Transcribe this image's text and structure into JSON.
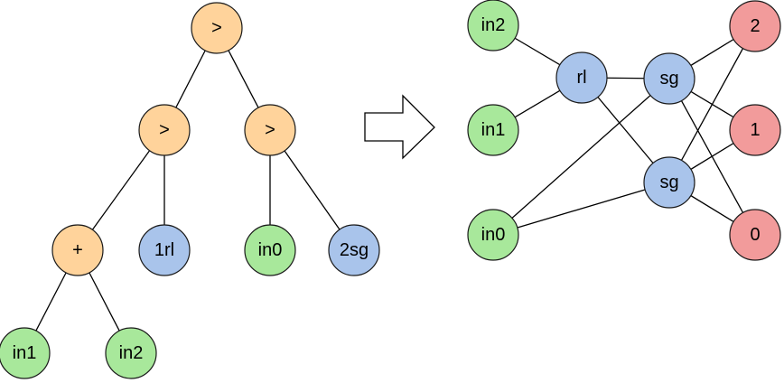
{
  "colors": {
    "operator": "#FFD39B",
    "input": "#A8E89B",
    "function": "#A9C4EB",
    "output": "#F29B9B"
  },
  "tree": {
    "nodes": {
      "root": {
        "label": ">",
        "kind": "operator"
      },
      "gt_left": {
        "label": ">",
        "kind": "operator"
      },
      "gt_right": {
        "label": ">",
        "kind": "operator"
      },
      "plus": {
        "label": "+",
        "kind": "operator"
      },
      "leaf_1rl": {
        "label": "1rl",
        "kind": "function"
      },
      "leaf_in0": {
        "label": "in0",
        "kind": "input"
      },
      "leaf_2sg": {
        "label": "2sg",
        "kind": "function"
      },
      "leaf_in1": {
        "label": "in1",
        "kind": "input"
      },
      "leaf_in2": {
        "label": "in2",
        "kind": "input"
      }
    },
    "edges": [
      [
        "root",
        "gt_left"
      ],
      [
        "root",
        "gt_right"
      ],
      [
        "gt_left",
        "plus"
      ],
      [
        "gt_left",
        "leaf_1rl"
      ],
      [
        "gt_right",
        "leaf_in0"
      ],
      [
        "gt_right",
        "leaf_2sg"
      ],
      [
        "plus",
        "leaf_in1"
      ],
      [
        "plus",
        "leaf_in2"
      ]
    ]
  },
  "network": {
    "nodes": {
      "in2": {
        "label": "in2",
        "kind": "input"
      },
      "in1": {
        "label": "in1",
        "kind": "input"
      },
      "in0": {
        "label": "in0",
        "kind": "input"
      },
      "rl": {
        "label": "rl",
        "kind": "function"
      },
      "sg_top": {
        "label": "sg",
        "kind": "function"
      },
      "sg_bottom": {
        "label": "sg",
        "kind": "function"
      },
      "out2": {
        "label": "2",
        "kind": "output"
      },
      "out1": {
        "label": "1",
        "kind": "output"
      },
      "out0": {
        "label": "0",
        "kind": "output"
      }
    },
    "edges": [
      [
        "in2",
        "rl"
      ],
      [
        "in1",
        "rl"
      ],
      [
        "rl",
        "sg_top"
      ],
      [
        "rl",
        "sg_bottom"
      ],
      [
        "in0",
        "sg_top"
      ],
      [
        "in0",
        "sg_bottom"
      ],
      [
        "sg_top",
        "out2"
      ],
      [
        "sg_top",
        "out1"
      ],
      [
        "sg_top",
        "out0"
      ],
      [
        "sg_bottom",
        "out2"
      ],
      [
        "sg_bottom",
        "out1"
      ],
      [
        "sg_bottom",
        "out0"
      ]
    ]
  },
  "arrow": {
    "icon": "right-arrow-icon"
  }
}
